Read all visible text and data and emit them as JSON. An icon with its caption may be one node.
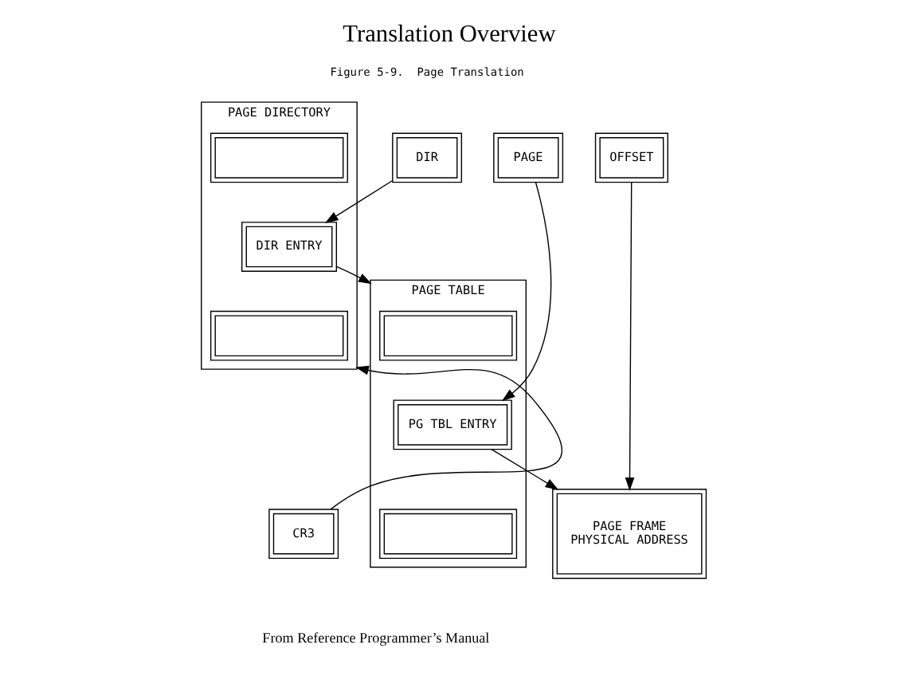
{
  "diagram": {
    "title": "Translation Overview",
    "caption": "From Reference Programmer’s Manual",
    "nodes": [
      {
        "text": [
          "DIR"
        ]
      },
      {
        "text": [
          "PAGE"
        ]
      },
      {
        "text": [
          "OFFSET"
        ]
      },
      {
        "text": [
          "PAGE DIRECTORY"
        ]
      },
      {
        "text": [],
        "shape": "box",
        "in": 3
      },
      {
        "text": [
          "DIR ENTRY"
        ],
        "in": 3
      },
      {
        "text": [],
        "shape": "box",
        "in": 3
      },
      {
        "text": [
          "PAGE TABLE"
        ]
      },
      {
        "text": [],
        "shape": "box",
        "in": 7
      },
      {
        "text": [
          "PG TBL ENTRY"
        ],
        "in": 7
      },
      {
        "text": [],
        "shape": "box",
        "in": 7
      },
      {
        "text": [
          "PAGE FRAME",
          "PHYSICAL ADDRESS"
        ]
      },
      {
        "text": [
          "CR3"
        ]
      }
    ],
    "edges": [
      {
        "from": 0,
        "to": 5,
        "arrow": "to"
      },
      {
        "from": 1,
        "to": 9,
        "arrow": "to"
      },
      {
        "from": 2,
        "to": 11,
        "arrow": "to"
      },
      {
        "from": 5,
        "to": 7,
        "arrow": "to"
      },
      {
        "from": 9,
        "to": 11,
        "arrow": "to"
      },
      {
        "from": 12,
        "to": 3,
        "arrow": "to"
      }
    ],
    "labels": [
      "Figure 5-9.  Page Translation"
    ]
  }
}
